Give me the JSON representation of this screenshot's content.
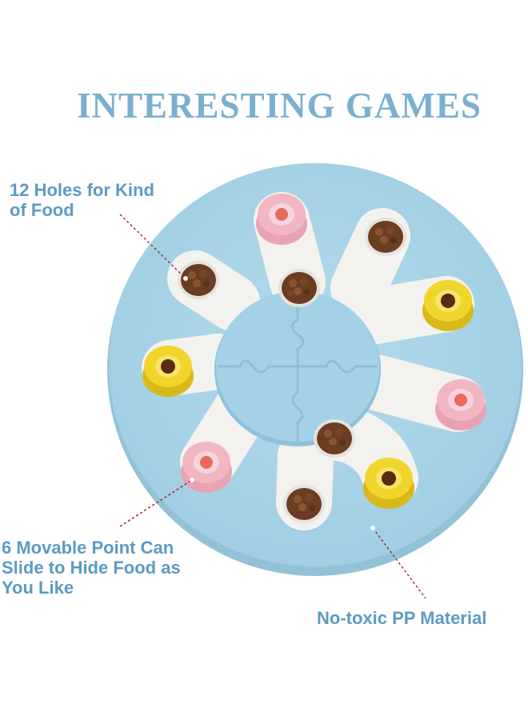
{
  "title": "INTERESTING GAMES",
  "callouts": {
    "holes_line1": "12 Holes for Kind",
    "holes_line2": "of Food",
    "movable_line1": "6 Movable Point Can",
    "movable_line2": "Slide to Hide Food as",
    "movable_line3": "You Like",
    "material": "No-toxic PP Material"
  },
  "colors": {
    "title": "#7ab0cf",
    "callout_text": "#5d9ac4",
    "board": "#a9d4e6",
    "board_edge": "#96c4d8",
    "slot": "#f4f2ef",
    "pink": "#f2b6c3",
    "yellow": "#f2d52c",
    "kibble": "#6b3d22",
    "leader_line": "#a02035"
  }
}
